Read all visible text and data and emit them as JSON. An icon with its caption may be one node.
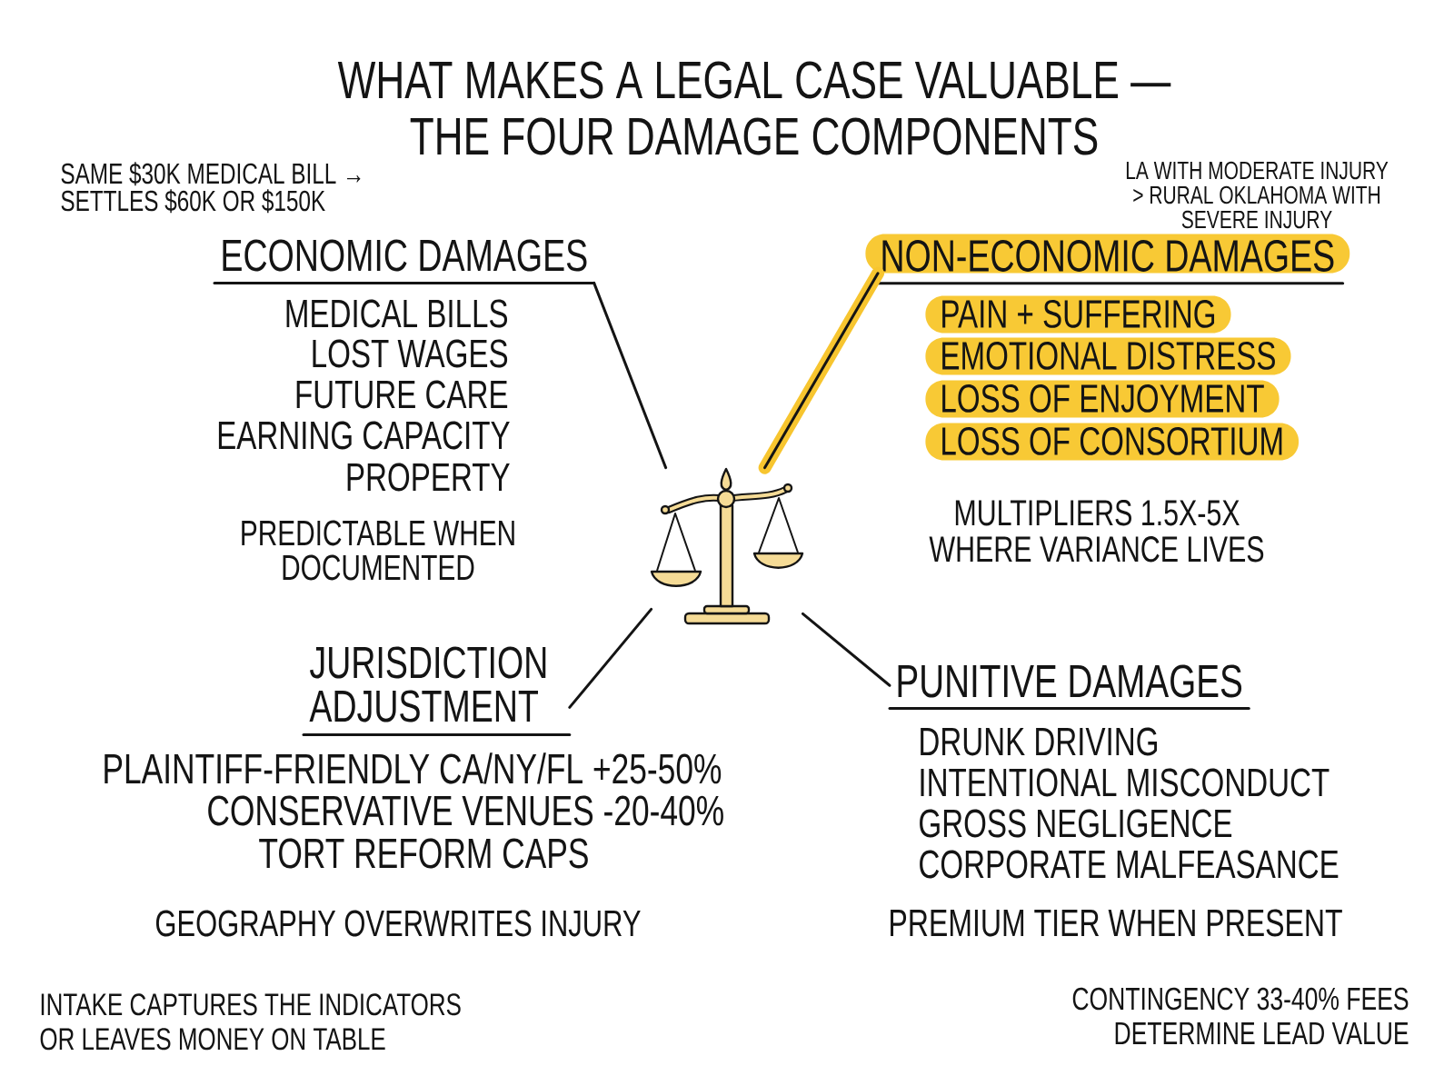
{
  "diagram": {
    "title": "WHAT MAKES A LEGAL CASE VALUABLE — THE FOUR DAMAGE COMPONENTS",
    "nodes": [
      {
        "text": [
          "ECONOMIC DAMAGES"
        ]
      },
      {
        "text": [
          "NON-ECONOMIC DAMAGES"
        ]
      },
      {
        "text": [
          "PAIN + SUFFERING"
        ]
      },
      {
        "text": [
          "EMOTIONAL DISTRESS"
        ]
      },
      {
        "text": [
          "LOSS OF ENJOYMENT"
        ]
      },
      {
        "text": [
          "LOSS OF CONSORTIUM"
        ]
      },
      {
        "text": [],
        "shape": "picture"
      },
      {
        "text": [
          "JURISDICTION ADJUSTMENT"
        ]
      },
      {
        "text": [
          "PUNITIVE DAMAGES"
        ]
      }
    ],
    "edges": [
      {
        "from": 6,
        "to": 0,
        "arrow": "none"
      },
      {
        "from": 6,
        "to": 1,
        "arrow": "none",
        "style": "thick",
        "color": "#f7c52f"
      },
      {
        "from": 6,
        "to": 7,
        "arrow": "none"
      },
      {
        "from": 6,
        "to": 8,
        "arrow": "none"
      }
    ],
    "labels": [
      "SAME $30K MEDICAL BILL → SETTLES $60K OR $150K",
      "LA WITH MODERATE INJURY > RURAL OKLAHOMA WITH SEVERE INJURY",
      "MEDICAL BILLS",
      "LOST WAGES",
      "FUTURE CARE",
      "EARNING CAPACITY",
      "PROPERTY",
      "PREDICTABLE WHEN DOCUMENTED",
      "MULTIPLIERS 1.5X-5X WHERE VARIANCE LIVES",
      "PLAINTIFF-FRIENDLY CA/NY/FL +25-50%",
      "CONSERVATIVE VENUES -20-40%",
      "TORT REFORM CAPS",
      "GEOGRAPHY OVERWRITES INJURY",
      "DRUNK DRIVING",
      "INTENTIONAL MISCONDUCT",
      "GROSS NEGLIGENCE",
      "CORPORATE MALFEASANCE",
      "PREMIUM TIER WHEN PRESENT",
      "INTAKE CAPTURES THE INDICATORS OR LEAVES MONEY ON TABLE",
      "CONTINGENCY 33-40% FEES DETERMINE LEAD VALUE"
    ]
  }
}
